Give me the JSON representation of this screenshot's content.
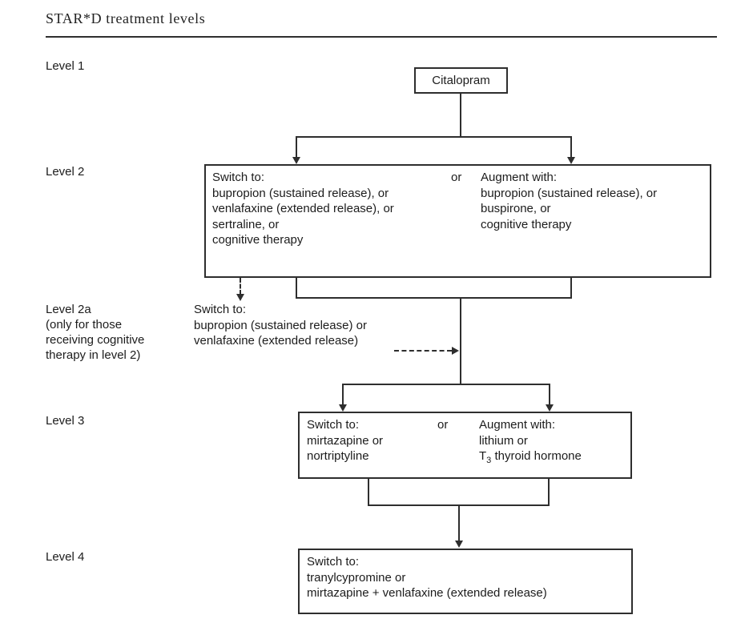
{
  "title": "STAR*D treatment levels",
  "level1": {
    "label": "Level 1",
    "box_text": "Citalopram"
  },
  "level2": {
    "label": "Level 2",
    "or": "or",
    "switch_heading": "Switch to:",
    "switch_lines": [
      "bupropion (sustained release), or",
      "venlafaxine (extended release), or",
      "sertraline, or",
      "cognitive therapy"
    ],
    "augment_heading": "Augment with:",
    "augment_lines": [
      "bupropion (sustained release), or",
      "buspirone, or",
      "cognitive therapy"
    ]
  },
  "level2a": {
    "label_lines": [
      "Level 2a",
      "(only for those",
      "receiving cognitive",
      "therapy in level 2)"
    ],
    "heading": "Switch to:",
    "lines": [
      "bupropion (sustained release) or",
      "venlafaxine (extended release)"
    ]
  },
  "level3": {
    "label": "Level 3",
    "or": "or",
    "switch_heading": "Switch to:",
    "switch_lines": [
      "mirtazapine or",
      "nortriptyline"
    ],
    "augment_heading": "Augment with:",
    "augment_line1": "lithium or",
    "t3_pre": "T",
    "t3_sub": "3",
    "t3_post": " thyroid hormone"
  },
  "level4": {
    "label": "Level 4",
    "heading": "Switch to:",
    "lines": [
      "tranylcypromine or",
      "mirtazapine + venlafaxine (extended release)"
    ]
  }
}
